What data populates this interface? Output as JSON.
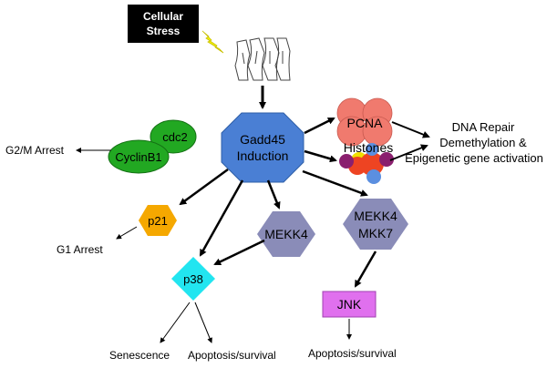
{
  "stimulus": {
    "label_line1": "Cellular",
    "label_line2": "Stress"
  },
  "central": {
    "line1": "Gadd45",
    "line2": "Induction"
  },
  "nodes": {
    "pcna": "PCNA",
    "histones": "Histones",
    "cdc2": "cdc2",
    "cyclinb1": "CyclinB1",
    "p21": "p21",
    "mekk4": "MEKK4",
    "mekk4_mkk7_line1": "MEKK4",
    "mekk4_mkk7_line2": "MKK7",
    "p38": "p38",
    "jnk": "JNK"
  },
  "outcomes": {
    "dna_repair_line1": "DNA Repair",
    "dna_repair_line2": "Demethylation &",
    "dna_repair_line3": "Epigenetic gene activation",
    "g2m_arrest": "G2/M Arrest",
    "g1_arrest": "G1 Arrest",
    "senescence": "Senescence",
    "apoptosis_p38": "Apoptosis/survival",
    "apoptosis_jnk": "Apoptosis/survival"
  },
  "colors": {
    "central": "#4a7fd4",
    "pcna": "#f07a6e",
    "cdc2_cyclin": "#22a822",
    "p21": "#f5a800",
    "mekk": "#8a8cb8",
    "p38": "#22e5f0",
    "jnk": "#e070ee",
    "stimulus_box": "#000000",
    "lightning": "#f2f200",
    "histone_red": "#ee4422",
    "histone_purple": "#8a1f6e",
    "histone_blue": "#5b8fe0",
    "histone_yellow": "#f0e000"
  },
  "icons": [
    "lightning-bolt-icon",
    "stressed-cells-icon"
  ]
}
